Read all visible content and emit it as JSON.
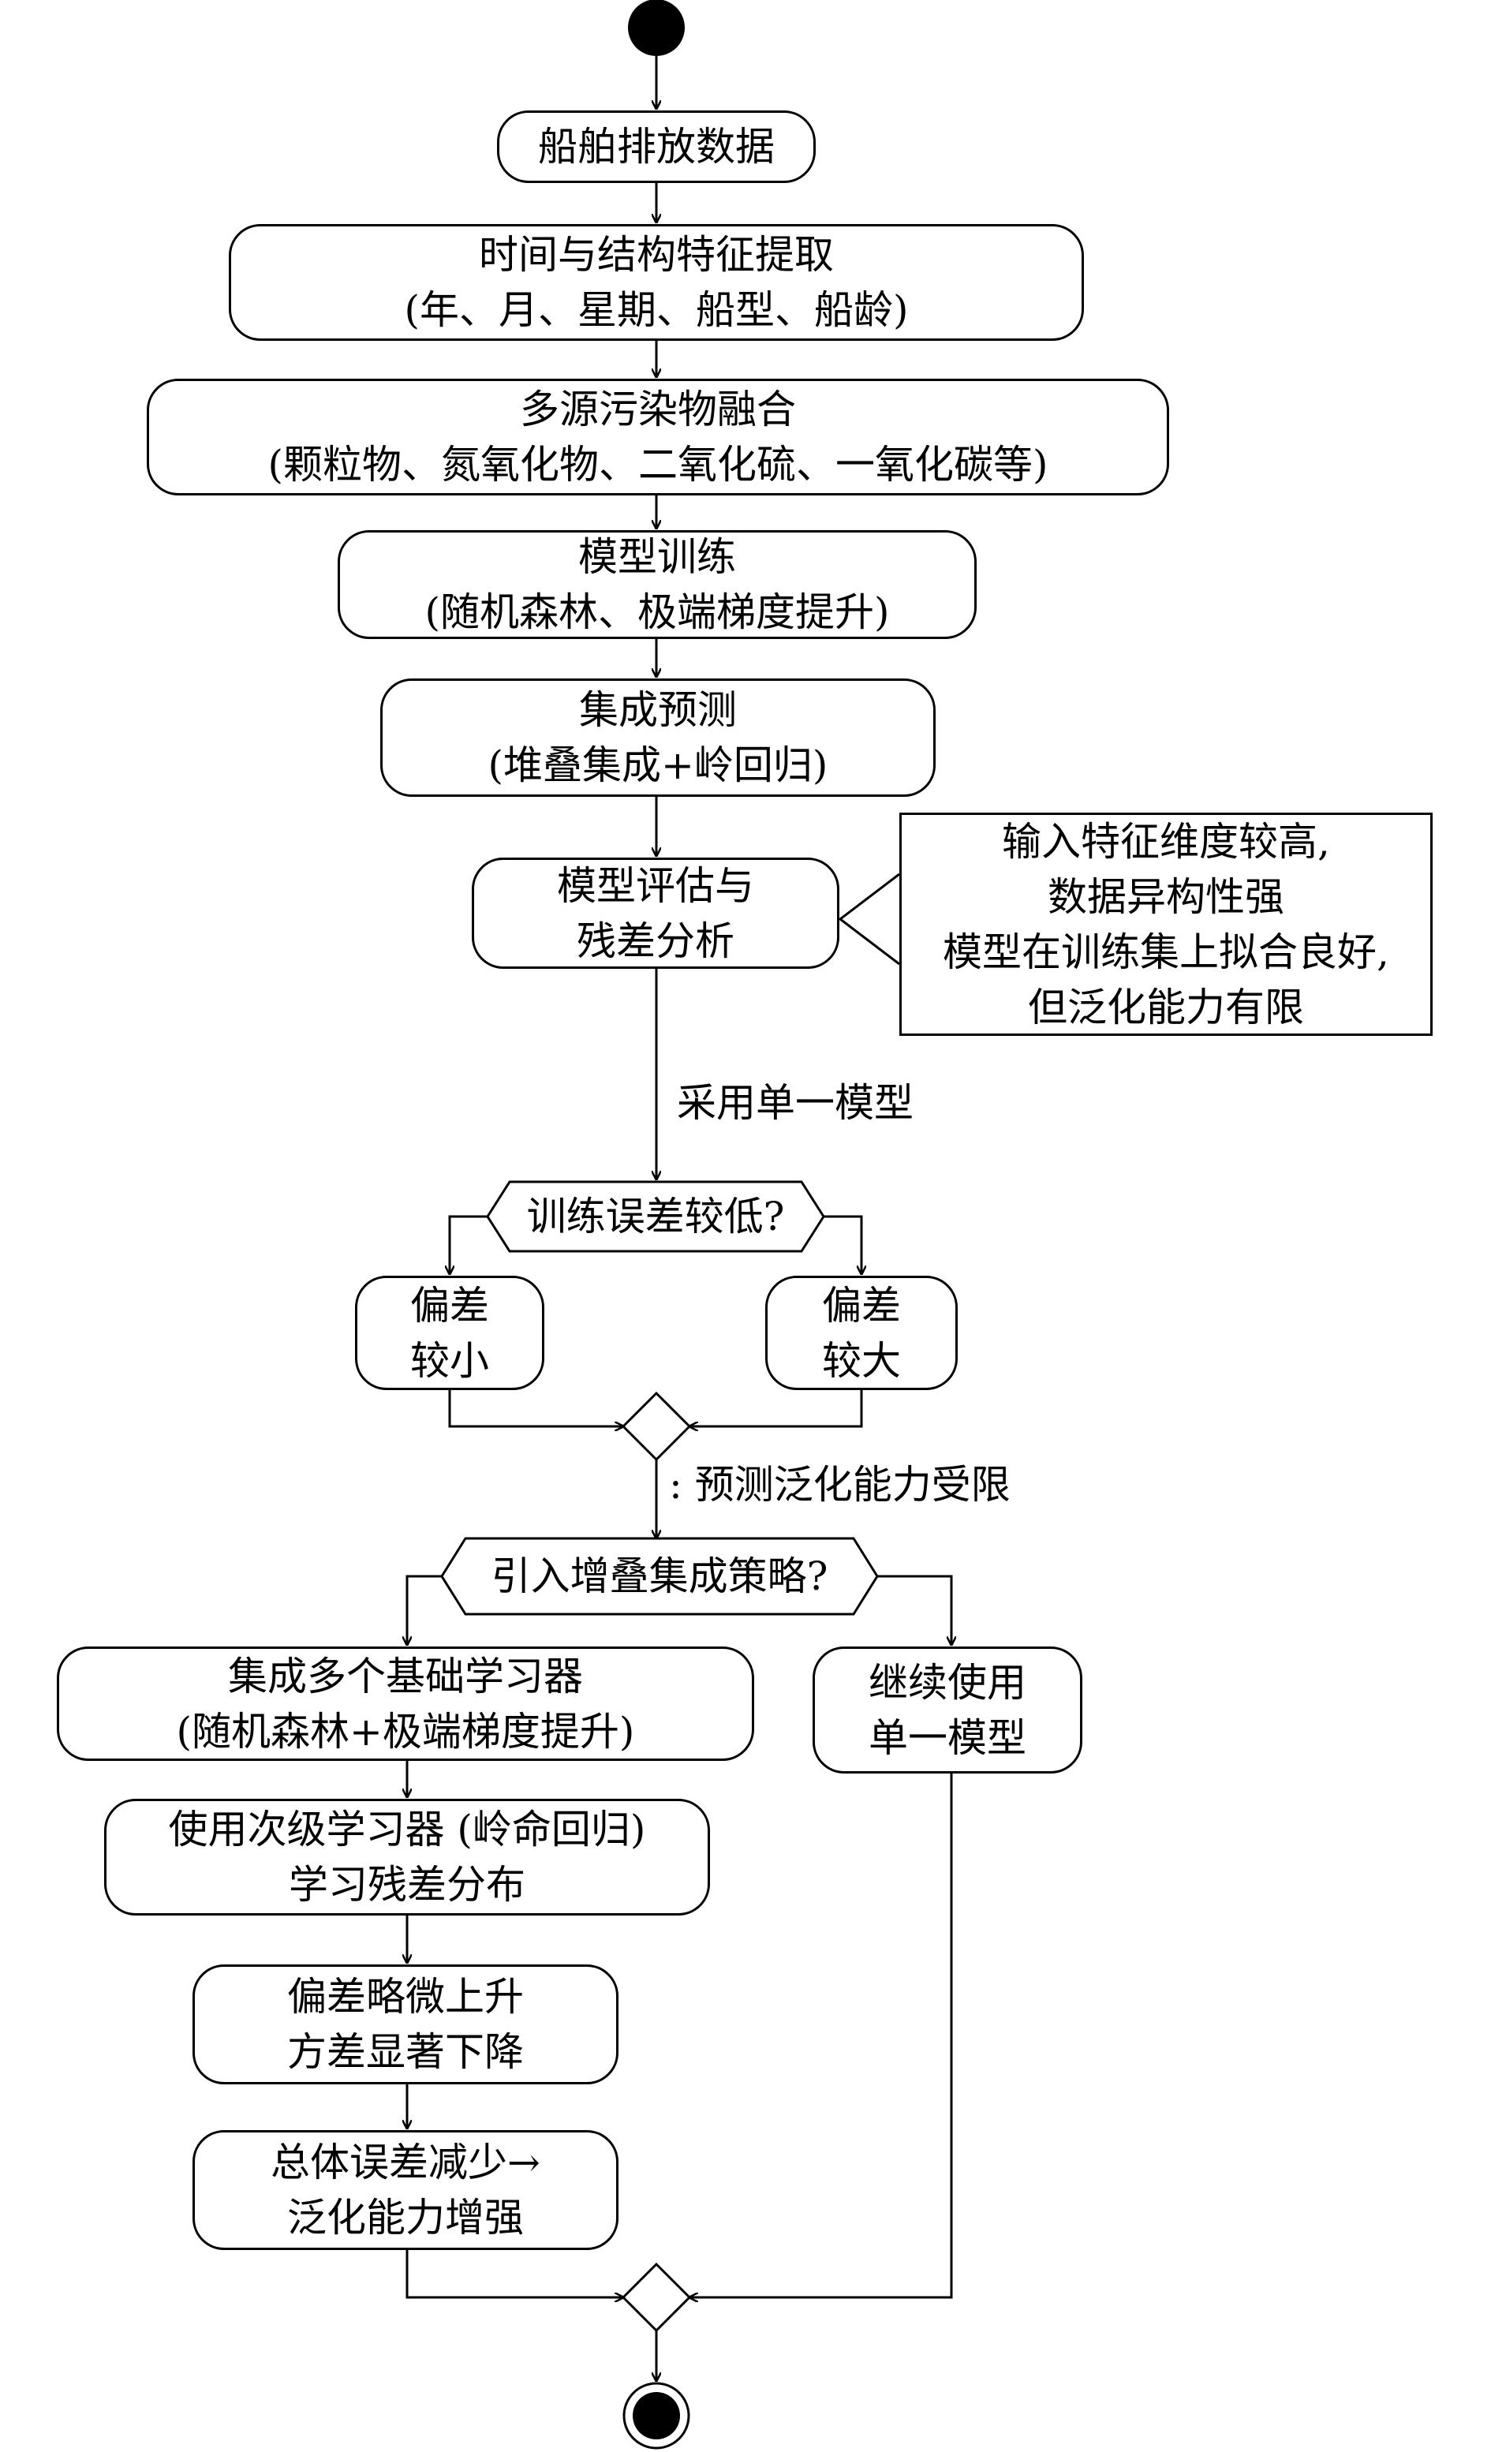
{
  "nodes": {
    "ship_data": "船舶排放数据",
    "feature_extraction": {
      "line1": "时间与结构特征提取",
      "line2": "(年、月、星期、船型、船龄)"
    },
    "pollutant_fusion": {
      "line1": "多源污染物融合",
      "line2": "(颗粒物、氮氧化物、二氧化硫、一氧化碳等)"
    },
    "model_training": {
      "line1": "模型训练",
      "line2": "(随机森林、极端梯度提升)"
    },
    "ensemble_prediction": {
      "line1": "集成预测",
      "line2": "(堆叠集成+岭回归)"
    },
    "model_evaluation": {
      "line1": "模型评估与",
      "line2": "残差分析"
    },
    "bias_small": {
      "line1": "偏差",
      "line2": "较小"
    },
    "bias_large": {
      "line1": "偏差",
      "line2": "较大"
    },
    "ensemble_learners": {
      "line1": "集成多个基础学习器",
      "line2": "(随机森林+极端梯度提升)"
    },
    "continue_single": {
      "line1": "继续使用",
      "line2": "单一模型"
    },
    "secondary_learner": {
      "line1": "使用次级学习器 (岭命回归)",
      "line2": "学习残差分布"
    },
    "bias_variance": {
      "line1": "偏差略微上升",
      "line2": "方差显著下降"
    },
    "total_error": {
      "line1": "总体误差减少→",
      "line2": "泛化能力增强"
    }
  },
  "note": {
    "line1": "输入特征维度较高,",
    "line2": "数据异构性强",
    "line3": "模型在训练集上拟合良好,",
    "line4": "但泛化能力有限"
  },
  "decisions": {
    "training_error": "训练误差较低?",
    "stacking_strategy": "引入增叠集成策略?"
  },
  "edge_labels": {
    "single_model": "采用单一模型",
    "generalization_limited": ": 预测泛化能力受限"
  }
}
